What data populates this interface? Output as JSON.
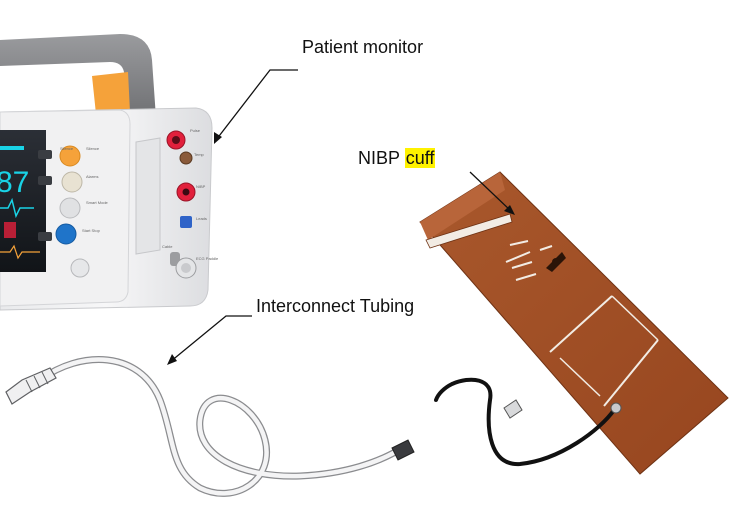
{
  "labels": {
    "patient_monitor": "Patient monitor",
    "nibp_prefix": "NIBP",
    "nibp_highlight": "cuff",
    "interconnect_tubing": "Interconnect Tubing"
  },
  "monitor": {
    "screen_value": "87",
    "button_labels": [
      "Silence",
      "Alarms",
      "Smart Mode",
      "Start Stop"
    ],
    "port_labels": [
      "Pulse",
      "Temp",
      "NIBP",
      "Leads",
      "ECG Paddle",
      "Cable"
    ]
  },
  "colors": {
    "highlight": "#fff200",
    "cuff_brown": "#a4532a",
    "monitor_orange": "#f5a23a",
    "screen_cyan": "#19d3e6",
    "port_red": "#e1203c",
    "port_blue": "#2f63c8"
  }
}
